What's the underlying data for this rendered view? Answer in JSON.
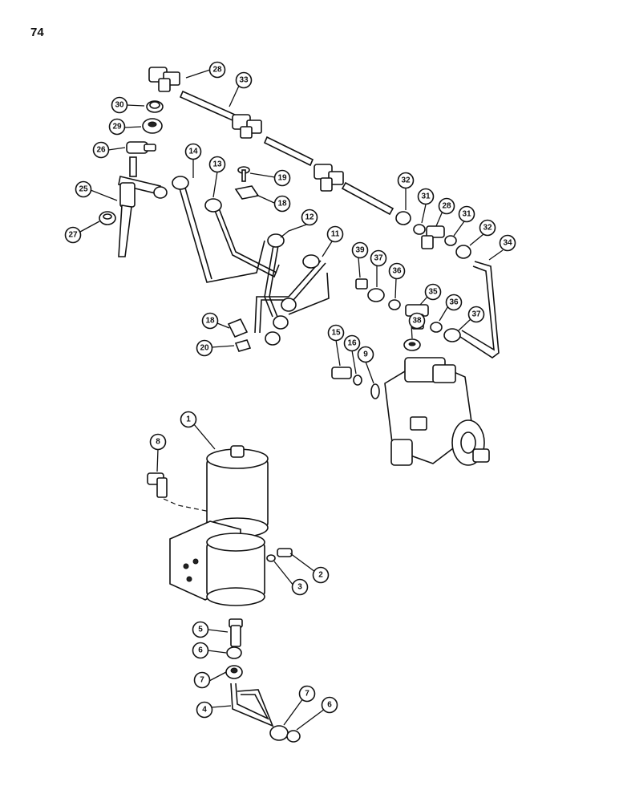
{
  "page_number": "74",
  "callouts": [
    {
      "id": "c1",
      "label": "1"
    },
    {
      "id": "c2",
      "label": "2"
    },
    {
      "id": "c3",
      "label": "3"
    },
    {
      "id": "c4",
      "label": "4"
    },
    {
      "id": "c5",
      "label": "5"
    },
    {
      "id": "c6a",
      "label": "6"
    },
    {
      "id": "c6b",
      "label": "6"
    },
    {
      "id": "c7a",
      "label": "7"
    },
    {
      "id": "c7b",
      "label": "7"
    },
    {
      "id": "c8",
      "label": "8"
    },
    {
      "id": "c9",
      "label": "9"
    },
    {
      "id": "c11",
      "label": "11"
    },
    {
      "id": "c12",
      "label": "12"
    },
    {
      "id": "c13",
      "label": "13"
    },
    {
      "id": "c14",
      "label": "14"
    },
    {
      "id": "c15",
      "label": "15"
    },
    {
      "id": "c16",
      "label": "16"
    },
    {
      "id": "c18a",
      "label": "18"
    },
    {
      "id": "c18b",
      "label": "18"
    },
    {
      "id": "c19",
      "label": "19"
    },
    {
      "id": "c20",
      "label": "20"
    },
    {
      "id": "c25",
      "label": "25"
    },
    {
      "id": "c26",
      "label": "26"
    },
    {
      "id": "c27",
      "label": "27"
    },
    {
      "id": "c28a",
      "label": "28"
    },
    {
      "id": "c28b",
      "label": "28"
    },
    {
      "id": "c29",
      "label": "29"
    },
    {
      "id": "c30",
      "label": "30"
    },
    {
      "id": "c31a",
      "label": "31"
    },
    {
      "id": "c31b",
      "label": "31"
    },
    {
      "id": "c32a",
      "label": "32"
    },
    {
      "id": "c32b",
      "label": "32"
    },
    {
      "id": "c33",
      "label": "33"
    },
    {
      "id": "c34",
      "label": "34"
    },
    {
      "id": "c35",
      "label": "35"
    },
    {
      "id": "c36a",
      "label": "36"
    },
    {
      "id": "c36b",
      "label": "36"
    },
    {
      "id": "c37a",
      "label": "37"
    },
    {
      "id": "c37b",
      "label": "37"
    },
    {
      "id": "c38",
      "label": "38"
    },
    {
      "id": "c39",
      "label": "39"
    }
  ]
}
